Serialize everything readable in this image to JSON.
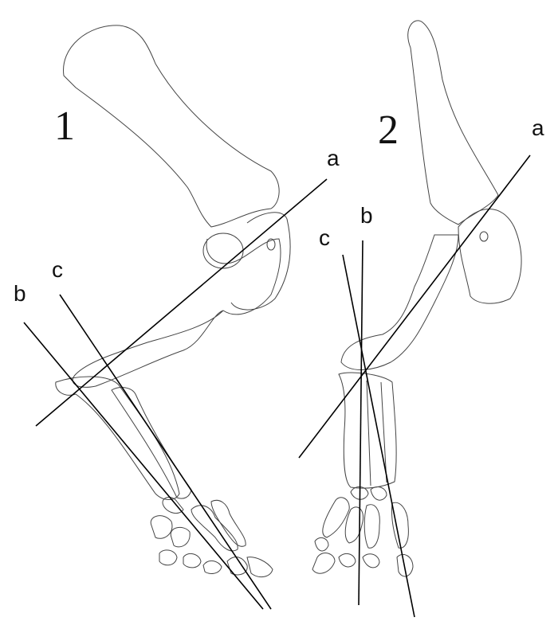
{
  "figures": [
    {
      "number": "1",
      "lines": {
        "a": "a",
        "b": "b",
        "c": "c"
      }
    },
    {
      "number": "2",
      "lines": {
        "a": "a",
        "b": "b",
        "c": "c"
      }
    }
  ]
}
